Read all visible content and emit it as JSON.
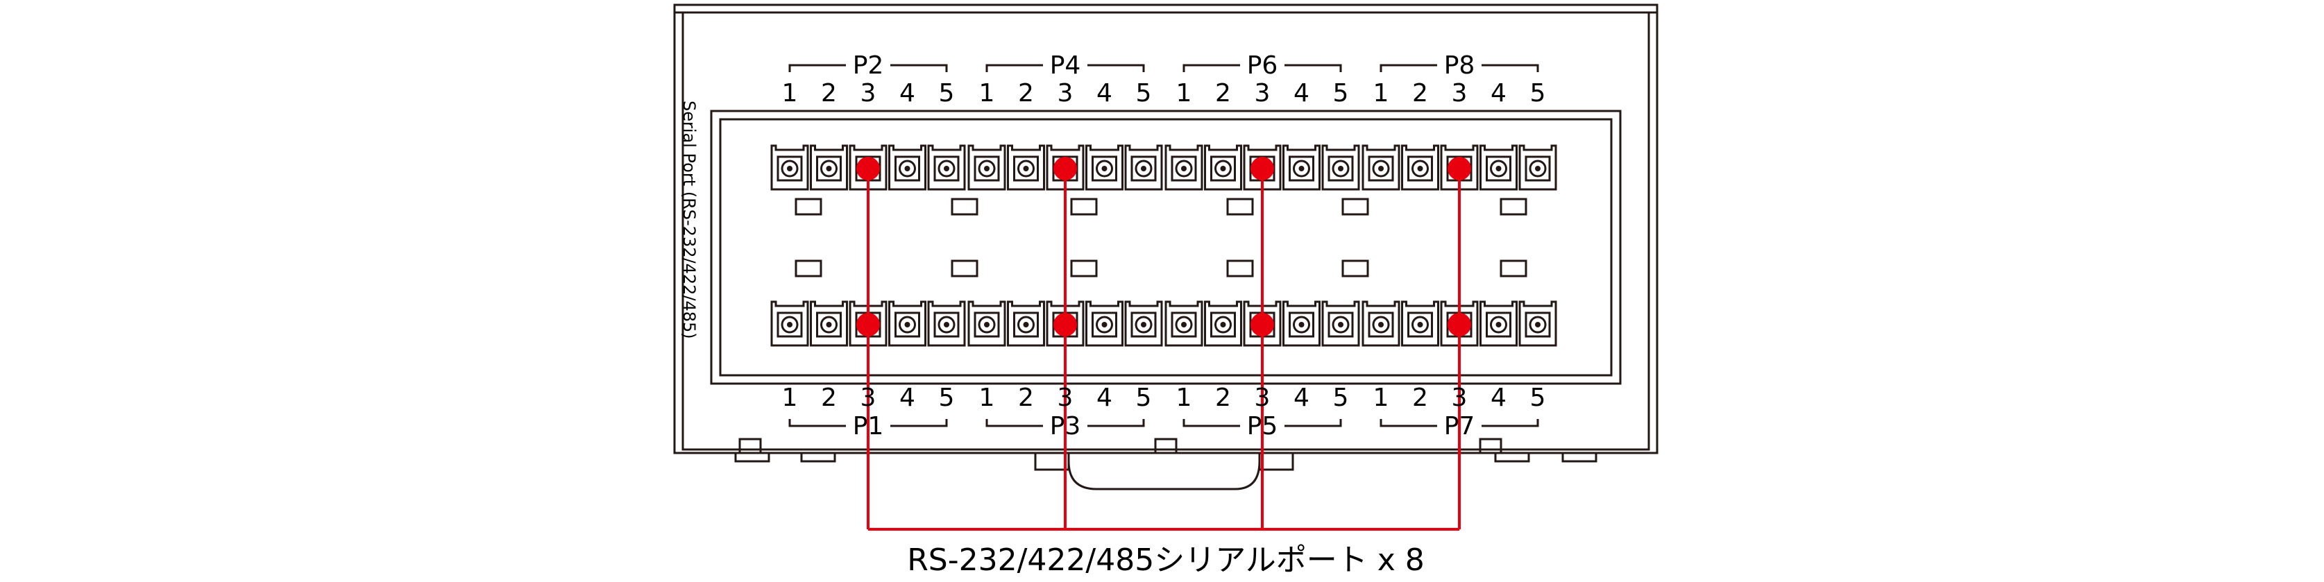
{
  "side_label": "Serial Port (RS-232/422/485)",
  "caption": "RS-232/422/485シリアルポート x 8",
  "top_ports": [
    "P2",
    "P4",
    "P6",
    "P8"
  ],
  "bottom_ports": [
    "P1",
    "P3",
    "P5",
    "P7"
  ],
  "pin_numbers": [
    "1",
    "2",
    "3",
    "4",
    "5"
  ],
  "highlighted_pin": "3",
  "colors": {
    "highlight": "#e8000f",
    "line": "#231815"
  }
}
